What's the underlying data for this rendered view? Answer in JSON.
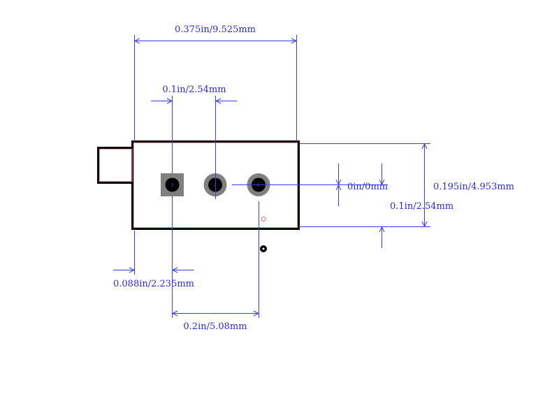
{
  "dimensions": {
    "overall_width": "0.375in/9.525mm",
    "pitch": "0.1in/2.54mm",
    "pin_offset": "0in/0mm",
    "overall_height": "0.195in/4.953mm",
    "pin_to_edge_vertical": "0.1in/2.54mm",
    "pin_to_edge_horizontal": "0.088in/2.235mm",
    "pin_span": "0.2in/5.08mm"
  },
  "pads": {
    "pad1": "1",
    "pad2": "2",
    "pad3": "3"
  },
  "colors": {
    "dimension": "#3a3af0",
    "outline": "#000000",
    "courtyard": "#e07070",
    "pad_ring": "#808080",
    "pad_hole": "#000000"
  }
}
